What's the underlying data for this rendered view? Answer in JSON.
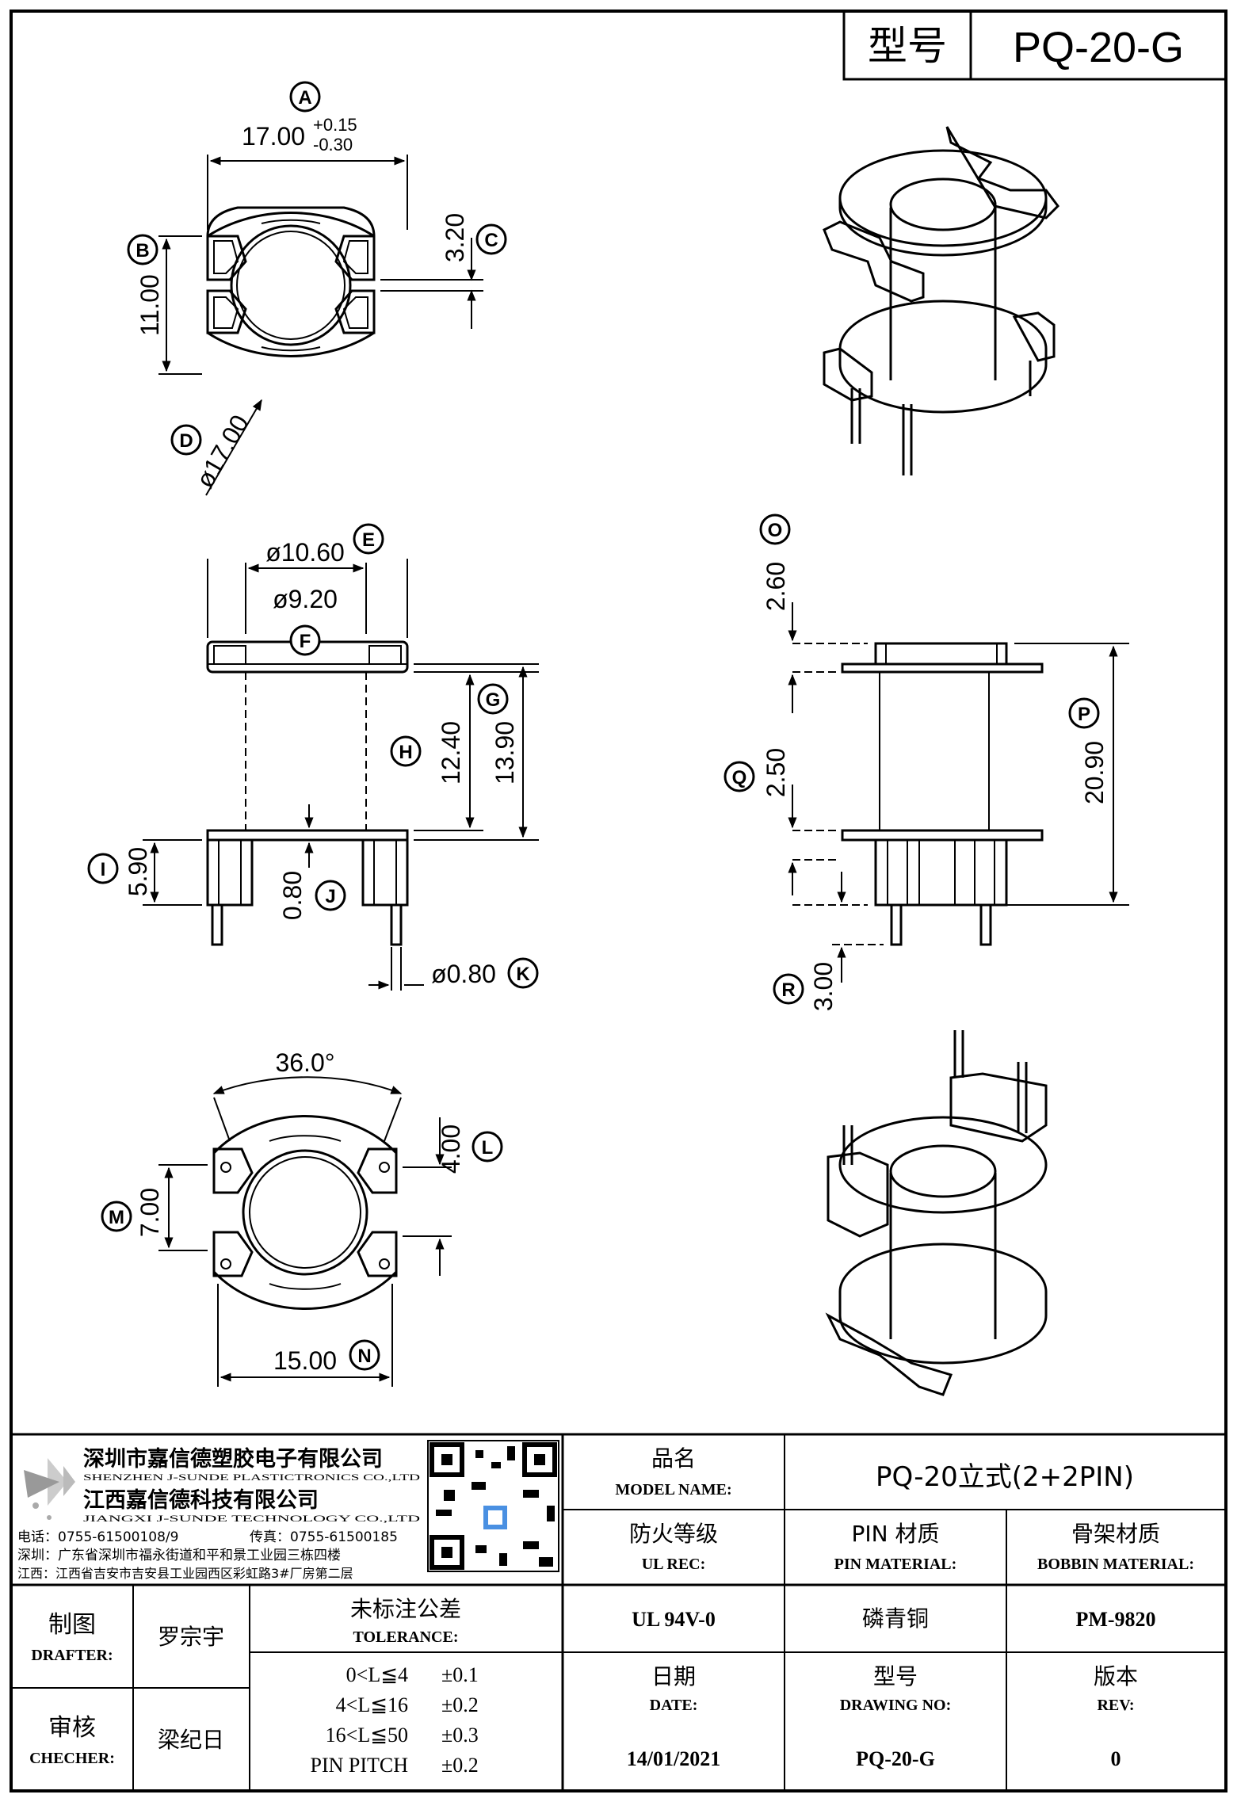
{
  "header": {
    "type_label": "型号",
    "type_value": "PQ-20-G"
  },
  "dimensions": {
    "A": {
      "letter": "A",
      "value": "17.00",
      "tol_plus": "+0.15",
      "tol_minus": "-0.30"
    },
    "B": {
      "letter": "B",
      "value": "11.00"
    },
    "C": {
      "letter": "C",
      "value": "3.20"
    },
    "D": {
      "letter": "D",
      "value": "ø17.00"
    },
    "E": {
      "letter": "E",
      "value": "ø10.60"
    },
    "F": {
      "letter": "F",
      "value": "ø9.20"
    },
    "G": {
      "letter": "G",
      "value": "13.90"
    },
    "H": {
      "letter": "H",
      "value": "12.40"
    },
    "I": {
      "letter": "I",
      "value": "5.90"
    },
    "J": {
      "letter": "J",
      "value": "0.80"
    },
    "K": {
      "letter": "K",
      "value": "ø0.80"
    },
    "L": {
      "letter": "L",
      "value": "4.00"
    },
    "M": {
      "letter": "M",
      "value": "7.00"
    },
    "N": {
      "letter": "N",
      "value": "15.00"
    },
    "O": {
      "letter": "O",
      "value": "2.60"
    },
    "P": {
      "letter": "P",
      "value": "20.90"
    },
    "Q": {
      "letter": "Q",
      "value": "2.50"
    },
    "R": {
      "letter": "R",
      "value": "3.00"
    },
    "angle": "36.0°"
  },
  "company": {
    "name_cn": "深圳市嘉信德塑胶电子有限公司",
    "name_en": "SHENZHEN J-SUNDE PLASTICTRONICS CO.,LTD",
    "name2_cn": "江西嘉信德科技有限公司",
    "name2_en": "JIANGXI J-SUNDE TECHNOLOGY CO.,LTD",
    "phone": "电话：0755-61500108/9",
    "fax": "传真：0755-61500185",
    "addr_sz": "深圳：广东省深圳市福永街道和平和景工业园三栋四楼",
    "addr_jx": "江西：江西省吉安市吉安县工业园西区彩虹路3#厂房第二层"
  },
  "table": {
    "model_name_cn": "品名",
    "model_name_en": "MODEL NAME:",
    "model_name_value": "PQ-20立式(2+2PIN)",
    "ul_cn": "防火等级",
    "ul_en": "UL REC:",
    "ul_value": "UL 94V-0",
    "pin_cn": "PIN 材质",
    "pin_en": "PIN MATERIAL:",
    "pin_value": "磷青铜",
    "bobbin_cn": "骨架材质",
    "bobbin_en": "BOBBIN MATERIAL:",
    "bobbin_value": "PM-9820",
    "drafter_cn": "制图",
    "drafter_en": "DRAFTER:",
    "drafter_value": "罗宗宇",
    "checker_cn": "审核",
    "checker_en": "CHECHER:",
    "checker_value": "梁纪日",
    "tol_cn": "未标注公差",
    "tol_en": "TOLERANCE:",
    "tolerances": [
      {
        "range": "0<L≦4",
        "value": "±0.1"
      },
      {
        "range": "4<L≦16",
        "value": "±0.2"
      },
      {
        "range": "16<L≦50",
        "value": "±0.3"
      },
      {
        "range": "PIN PITCH",
        "value": "±0.2"
      }
    ],
    "date_cn": "日期",
    "date_en": "DATE:",
    "date_value": "14/01/2021",
    "drawing_no_cn": "型号",
    "drawing_no_en": "DRAWING NO:",
    "drawing_no_value": "PQ-20-G",
    "rev_cn": "版本",
    "rev_en": "REV:",
    "rev_value": "0"
  }
}
